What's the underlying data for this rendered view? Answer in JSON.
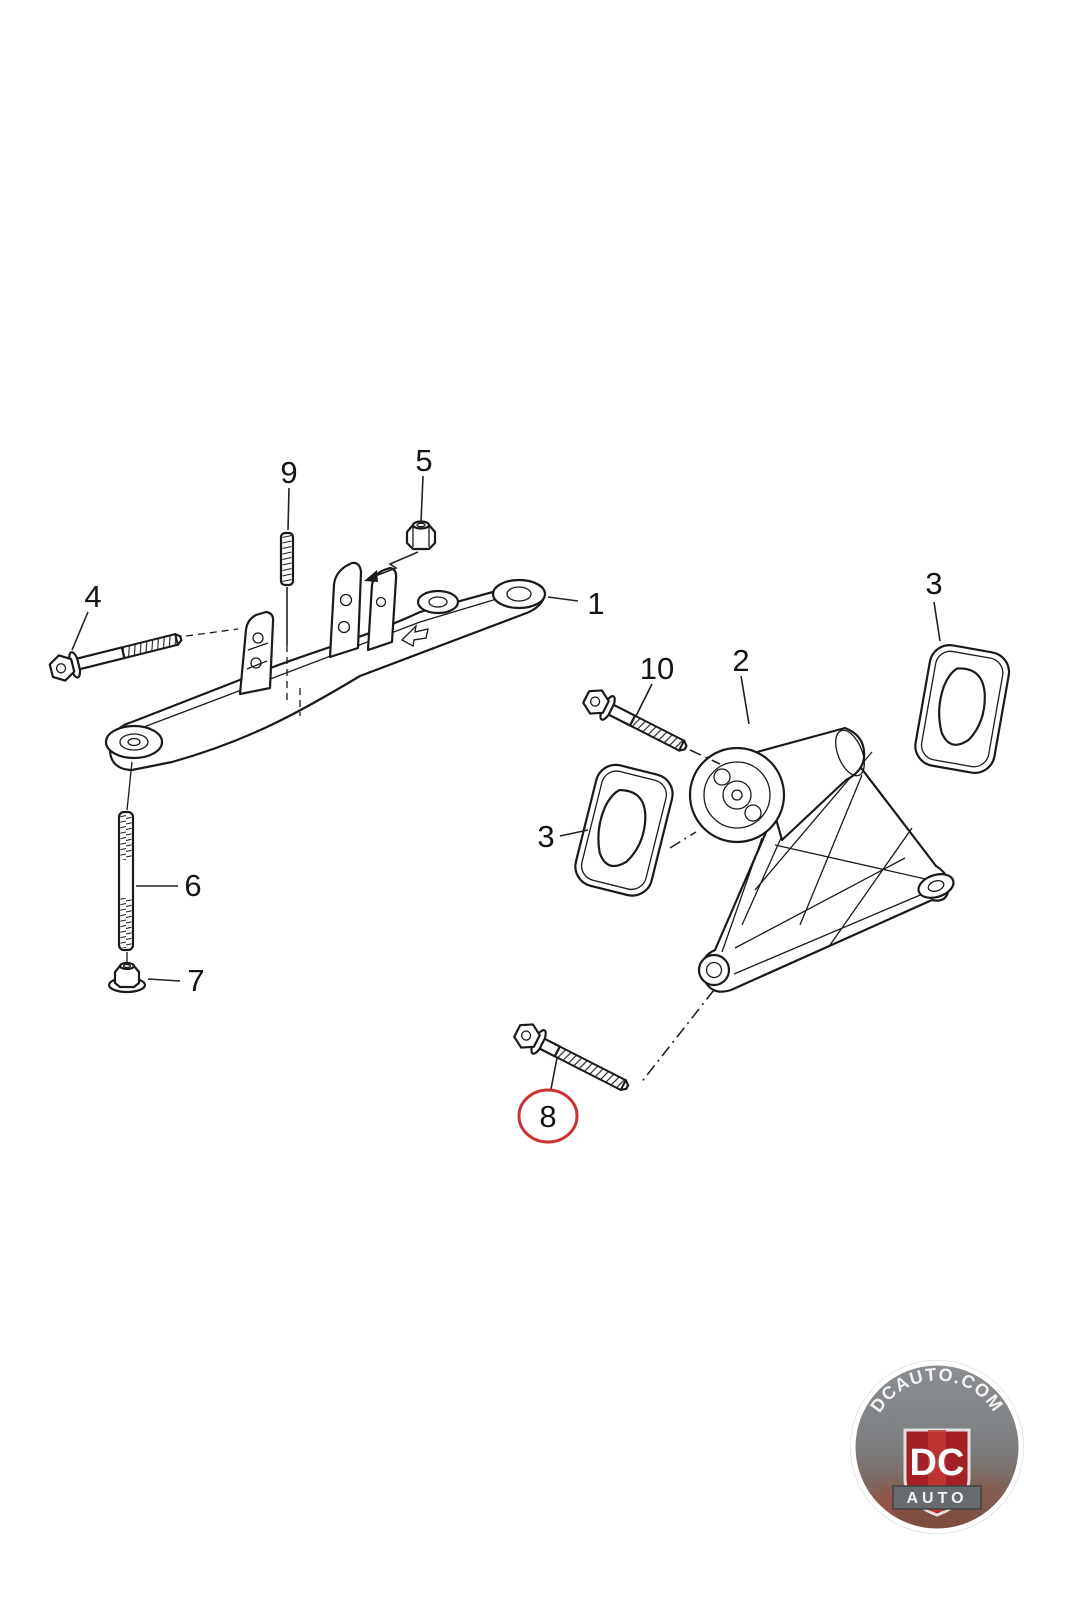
{
  "diagram": {
    "line_color": "#1a1a1a",
    "highlight_color": "#cc3333",
    "labels": {
      "l1": "1",
      "l2": "2",
      "l3a": "3",
      "l3b": "3",
      "l4": "4",
      "l5": "5",
      "l6": "6",
      "l7": "7",
      "l8": "8",
      "l9": "9",
      "l10": "10"
    },
    "highlighted_label": "8"
  },
  "watermark": {
    "site": "DCAUTO.COM",
    "initials": "DC",
    "name": "AUTO",
    "accent": "#a32026"
  }
}
